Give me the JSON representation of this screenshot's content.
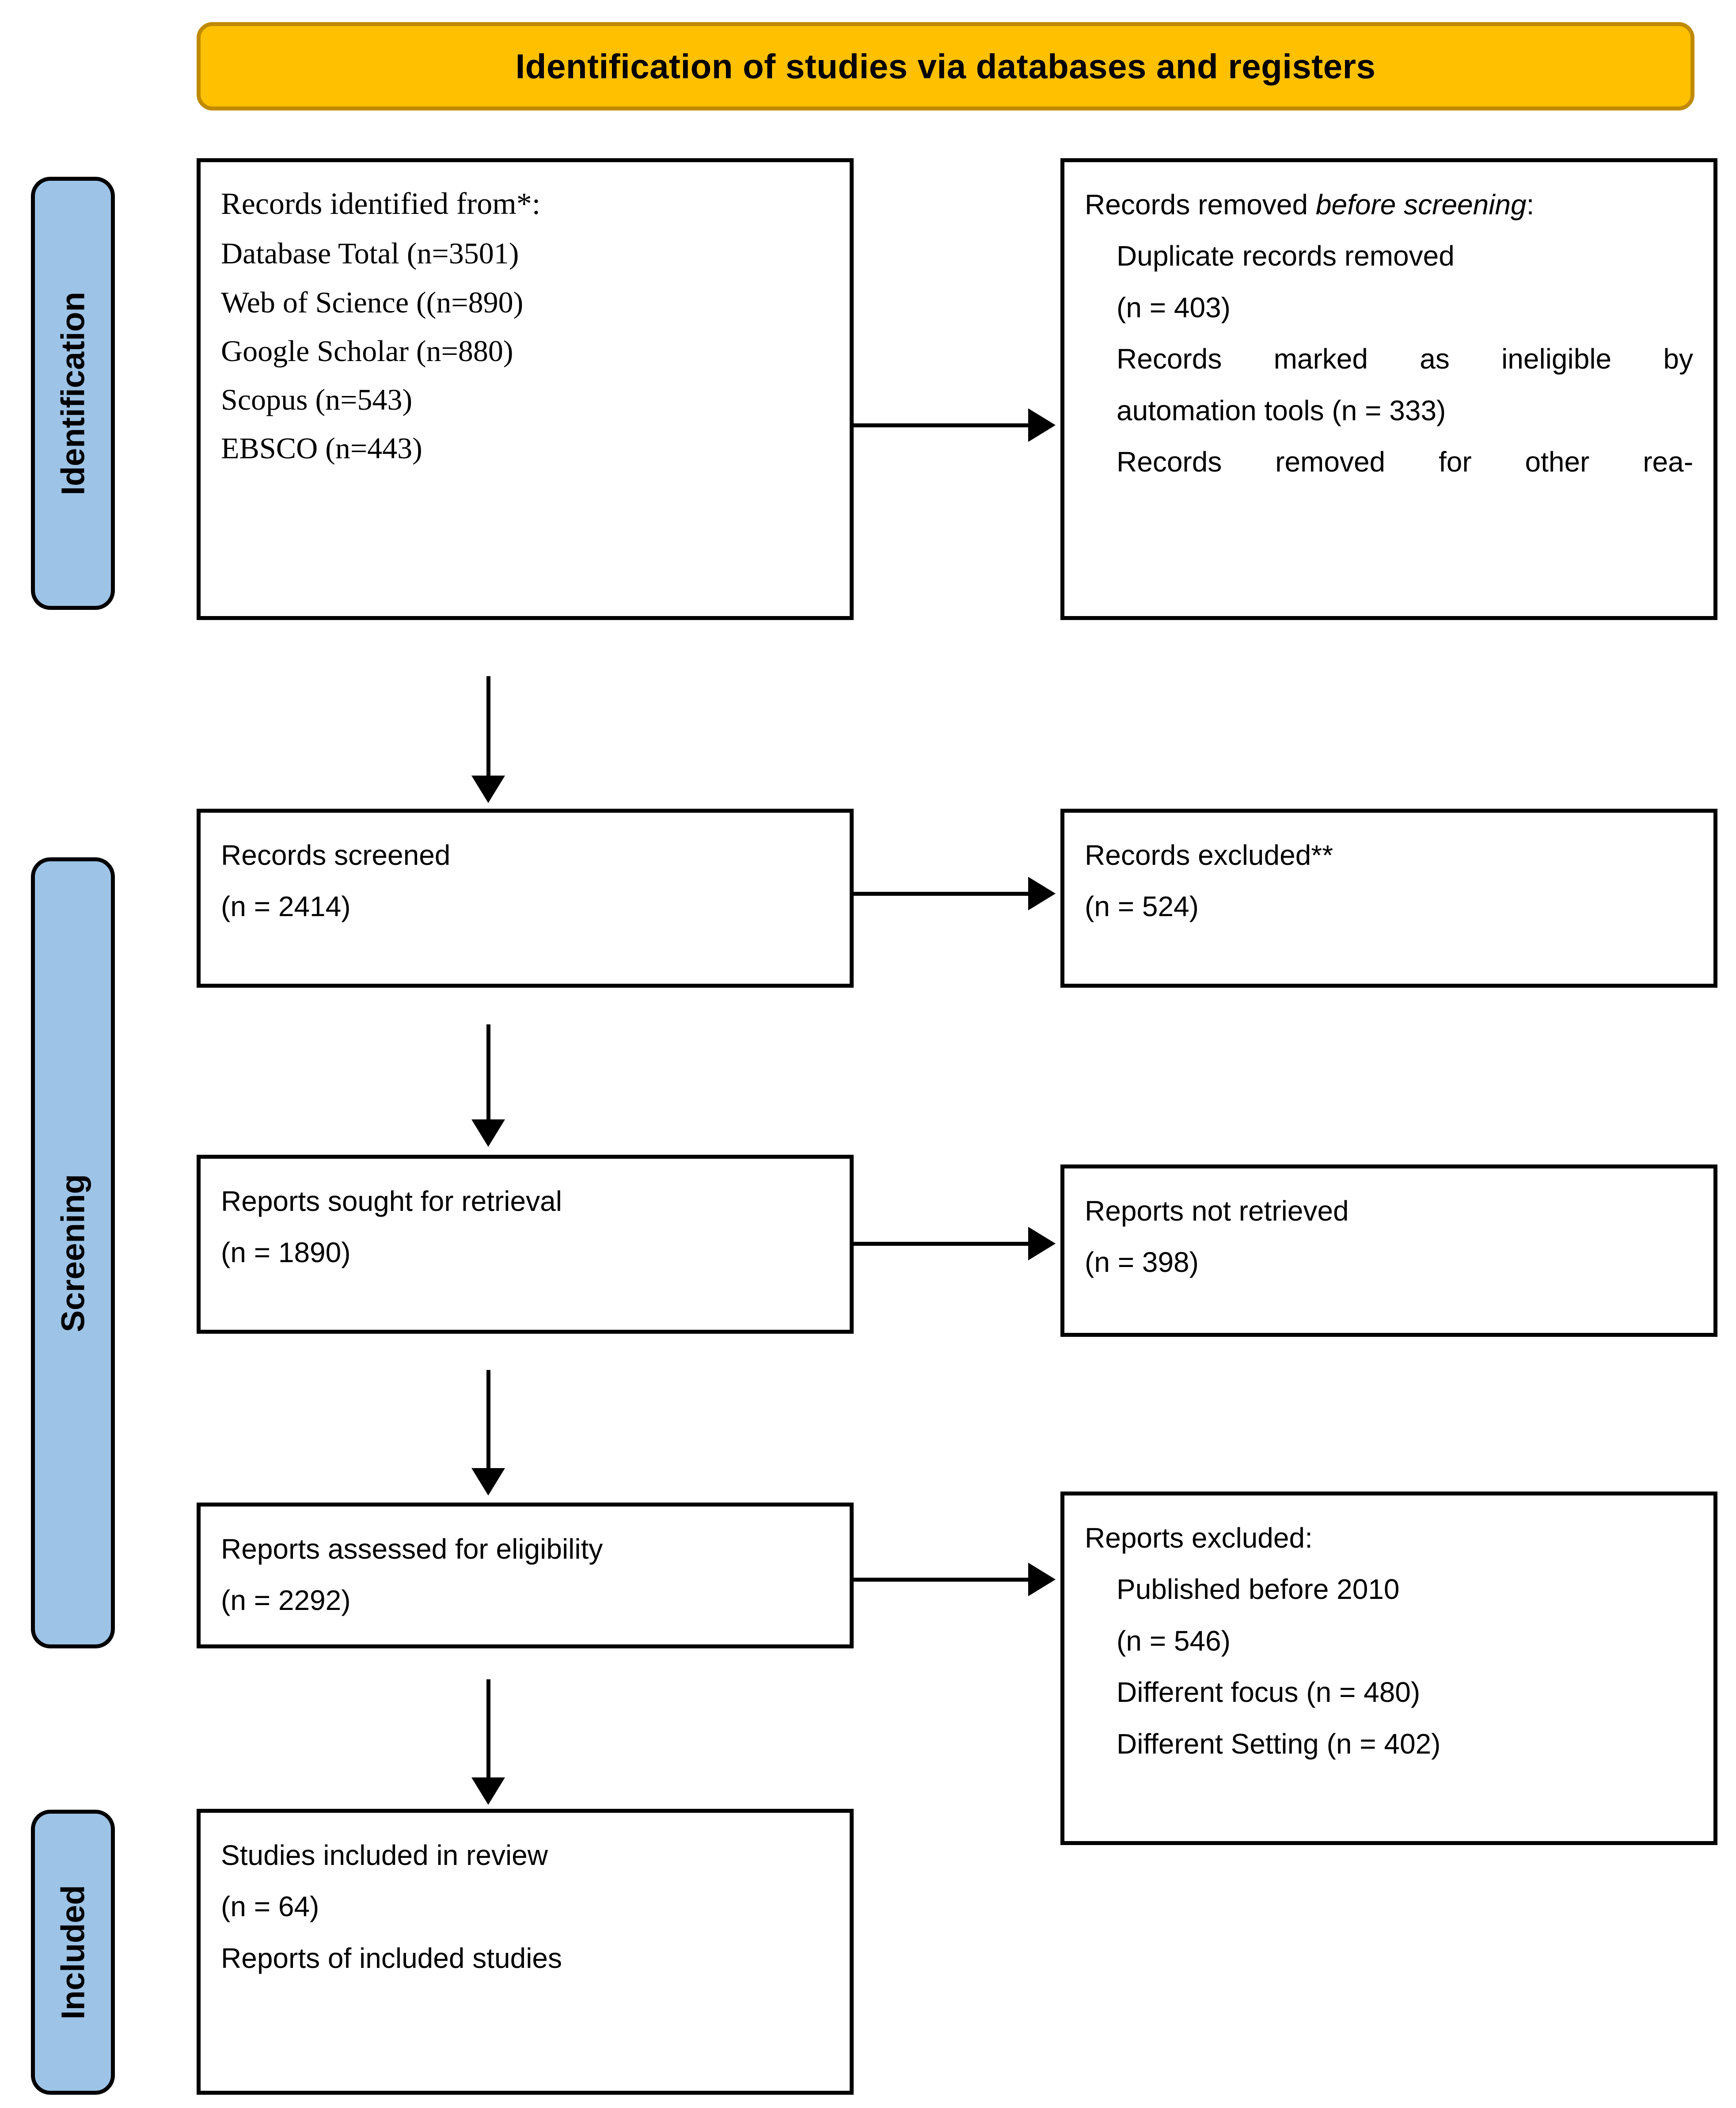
{
  "banner": {
    "title": "Identification of studies via databases and registers"
  },
  "stages": [
    {
      "key": "identification",
      "label": "Identification"
    },
    {
      "key": "screening",
      "label": "Screening"
    },
    {
      "key": "included",
      "label": "Included"
    }
  ],
  "boxes": {
    "identified": {
      "lead": "Records identified from*:",
      "lines": [
        "Database Total (n=3501)",
        "Web of Science ((n=890)",
        "Google Scholar (n=880)",
        "Scopus (n=543)",
        "EBSCO (n=443)"
      ]
    },
    "removed": {
      "lead_prefix": "Records removed ",
      "lead_italic": "before screening",
      "lead_suffix": ":",
      "line1": "Duplicate records removed",
      "line2": "(n = 403)",
      "line3": "Records marked as ineligible by",
      "line4": "automation tools (n = 333)",
      "line5": "Records removed for other rea-"
    },
    "screened": {
      "line1": "Records screened",
      "line2": "(n = 2414)"
    },
    "excluded": {
      "line1": "Records excluded**",
      "line2": "(n = 524)"
    },
    "sought": {
      "line1": "Reports sought for retrieval",
      "line2": "(n = 1890)"
    },
    "not_retrieved": {
      "line1": "Reports not retrieved",
      "line2": "(n = 398)"
    },
    "assessed": {
      "line1": "Reports assessed for eligibility",
      "line2": "(n = 2292)"
    },
    "reports_excluded": {
      "lead": "Reports excluded:",
      "line1": "Published before 2010",
      "line2": "(n = 546)",
      "line3": "Different focus (n = 480)",
      "line4": "Different Setting (n = 402)"
    },
    "included": {
      "line1": "Studies included in review",
      "line2": "(n = 64)",
      "line3": "Reports of included studies"
    }
  },
  "colors": {
    "banner_fill": "#FFC000",
    "banner_border": "#C08A00",
    "stage_fill": "#9DC3E6",
    "box_border": "#000000",
    "text": "#000000"
  }
}
